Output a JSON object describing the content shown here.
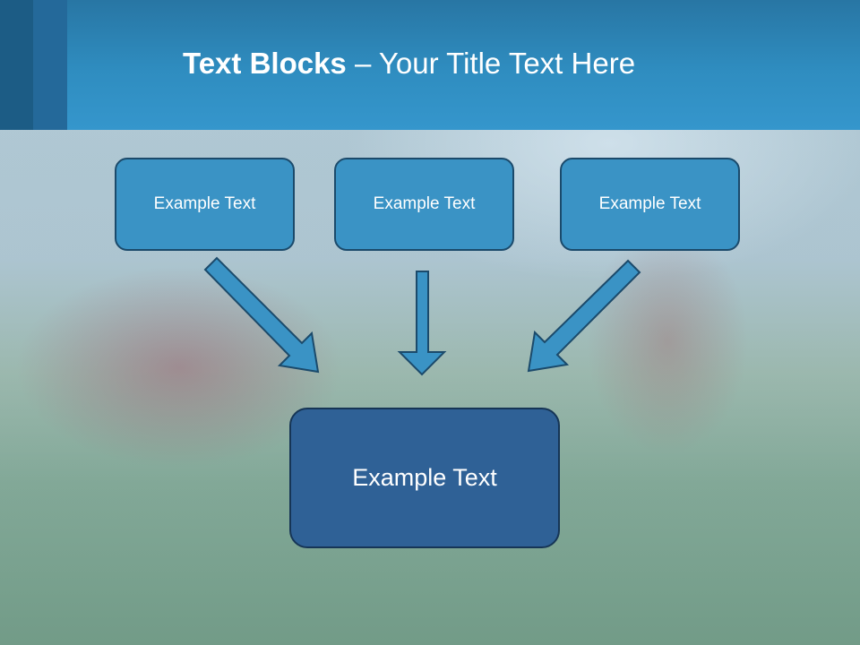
{
  "slide": {
    "title_bold": "Text Blocks",
    "title_dash": " – ",
    "title_rest": "Your Title Text Here"
  },
  "boxes": {
    "top_left": "Example Text",
    "top_center": "Example Text",
    "top_right": "Example Text",
    "bottom_main": "Example Text"
  },
  "colors": {
    "header": "#2f8dc0",
    "box_fill": "#3a93c5",
    "main_box_fill": "#2f6196",
    "arrow_fill": "#3a93c5",
    "arrow_stroke": "#1b4a6b"
  }
}
